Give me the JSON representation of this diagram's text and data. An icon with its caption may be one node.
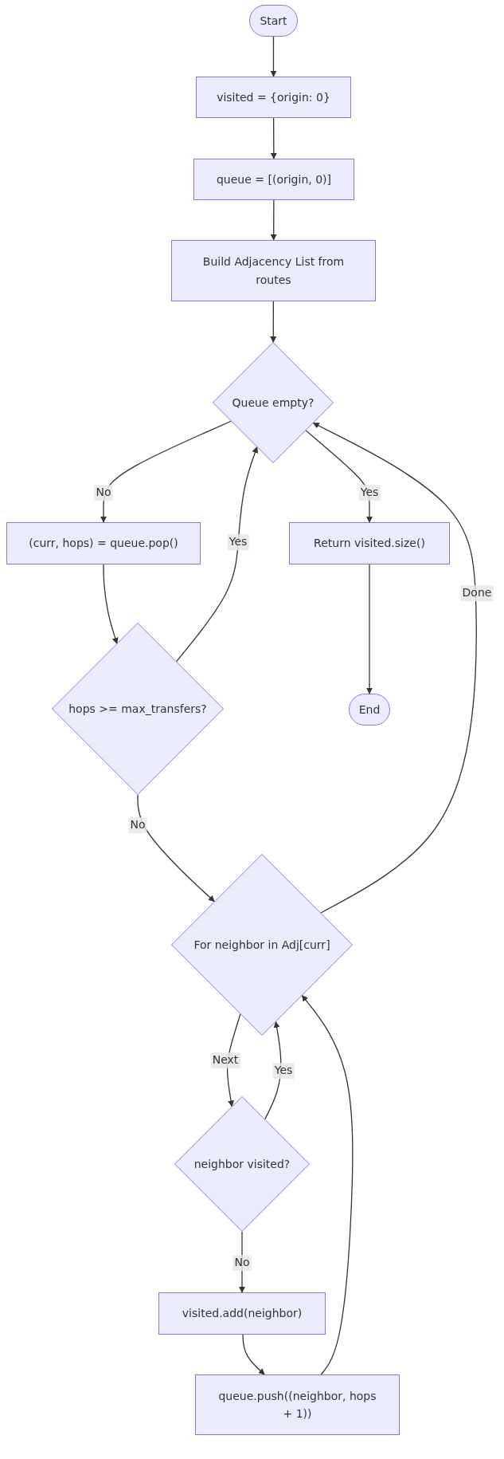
{
  "diagram": {
    "nodes": [
      {
        "text": [
          "Start"
        ]
      },
      {
        "text": [
          "visited = {origin: 0}"
        ]
      },
      {
        "text": [
          "queue = [(origin, 0)]"
        ]
      },
      {
        "text": [
          "Build Adjacency List from routes"
        ]
      },
      {
        "text": [
          "Queue empty?"
        ]
      },
      {
        "text": [
          "(curr, hops) = queue.pop()"
        ]
      },
      {
        "text": [
          "Return visited.size()"
        ]
      },
      {
        "text": [
          "hops >= max_transfers?"
        ]
      },
      {
        "text": [
          "End"
        ]
      },
      {
        "text": [
          "For neighbor in Adj[curr]"
        ]
      },
      {
        "text": [
          "neighbor visited?"
        ]
      },
      {
        "text": [
          "visited.add(neighbor)"
        ]
      },
      {
        "text": [
          "queue.push((neighbor, hops + 1))"
        ]
      }
    ],
    "edges": [
      {
        "from": 0,
        "to": 1,
        "arrow": "to"
      },
      {
        "from": 1,
        "to": 2,
        "arrow": "to"
      },
      {
        "from": 2,
        "to": 3,
        "arrow": "to"
      },
      {
        "from": 3,
        "to": 4,
        "arrow": "to"
      },
      {
        "from": 4,
        "to": 5,
        "label": "No",
        "arrow": "to"
      },
      {
        "from": 4,
        "to": 6,
        "label": "Yes",
        "arrow": "to"
      },
      {
        "from": 5,
        "to": 7,
        "arrow": "to"
      },
      {
        "from": 7,
        "to": 4,
        "label": "Yes",
        "arrow": "to"
      },
      {
        "from": 6,
        "to": 8,
        "arrow": "to"
      },
      {
        "from": 7,
        "to": 9,
        "label": "No",
        "arrow": "to"
      },
      {
        "from": 9,
        "to": 4,
        "label": "Done",
        "arrow": "to"
      },
      {
        "from": 9,
        "to": 10,
        "label": "Next",
        "arrow": "to"
      },
      {
        "from": 10,
        "to": 9,
        "label": "Yes",
        "arrow": "to"
      },
      {
        "from": 10,
        "to": 11,
        "label": "No",
        "arrow": "to"
      },
      {
        "from": 11,
        "to": 12,
        "arrow": "to"
      },
      {
        "from": 12,
        "to": 9,
        "arrow": "to"
      }
    ]
  }
}
